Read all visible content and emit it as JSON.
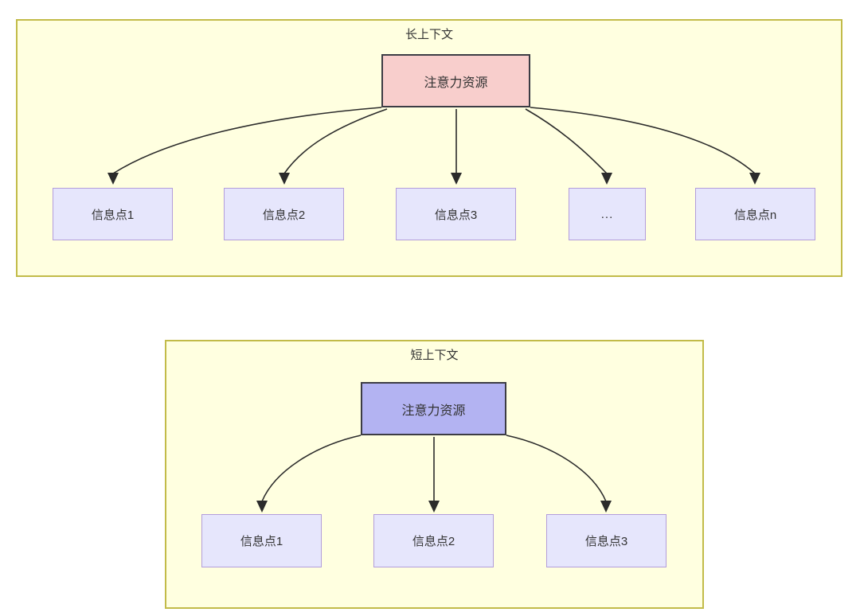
{
  "diagram": {
    "type": "flowchart",
    "title_long": "长上下文",
    "title_short": "短上下文",
    "colors": {
      "group_fill": "#ffffe0",
      "group_border": "#c2bb49",
      "root_long_fill": "#f8cecc",
      "root_short_fill": "#b3b3f2",
      "root_border": "#3c3c44",
      "leaf_fill": "#e6e6fc",
      "leaf_border": "#b39ddb",
      "edge_stroke": "#2b2b2b",
      "text": "#333333"
    }
  },
  "long_context": {
    "title": "长上下文",
    "root": {
      "label": "注意力资源"
    },
    "leaves": [
      {
        "label": "信息点1"
      },
      {
        "label": "信息点2"
      },
      {
        "label": "信息点3"
      },
      {
        "label": "..."
      },
      {
        "label": "信息点n"
      }
    ]
  },
  "short_context": {
    "title": "短上下文",
    "root": {
      "label": "注意力资源"
    },
    "leaves": [
      {
        "label": "信息点1"
      },
      {
        "label": "信息点2"
      },
      {
        "label": "信息点3"
      }
    ]
  }
}
